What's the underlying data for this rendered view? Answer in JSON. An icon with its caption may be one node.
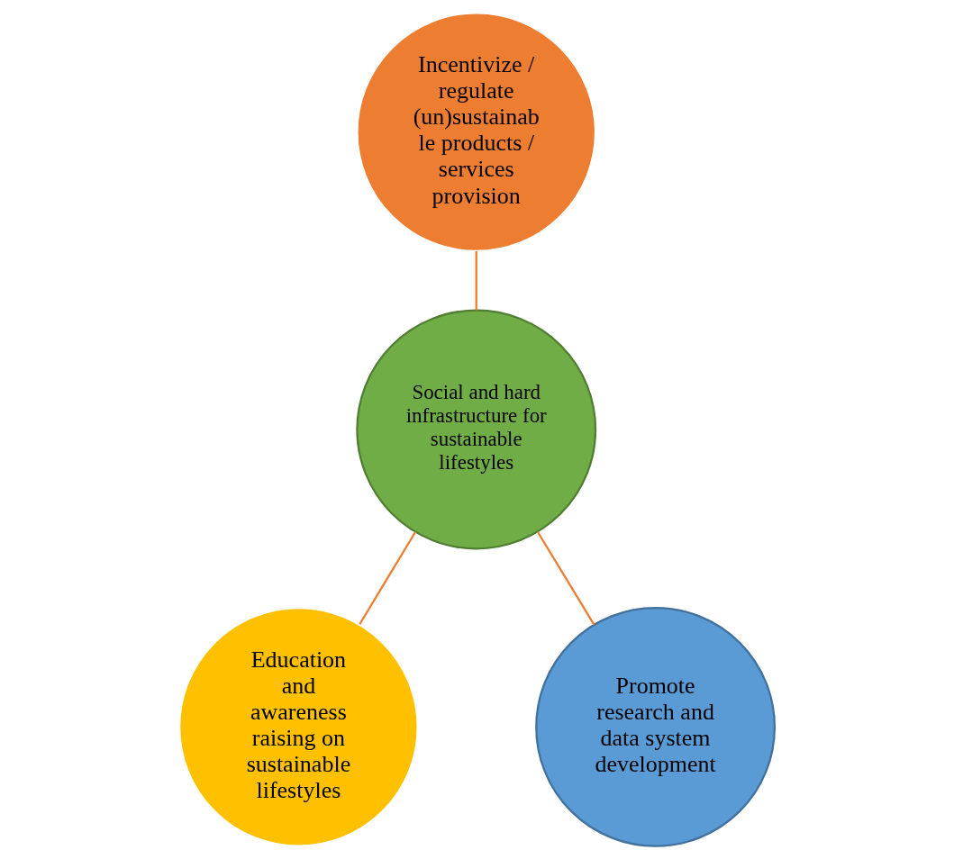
{
  "diagram": {
    "nodes": [
      {
        "text": [
          "Incentivize / regulate (un)sustainab le products / services provision"
        ]
      },
      {
        "text": [
          "Social and hard infrastructure for sustainable lifestyles"
        ]
      },
      {
        "text": [
          "Education and awareness raising on sustainable lifestyles"
        ]
      },
      {
        "text": [
          "Promote research and data system development"
        ]
      }
    ],
    "edges": [
      {
        "from": 0,
        "to": 1,
        "arrow": "none"
      },
      {
        "from": 1,
        "to": 2,
        "arrow": "none"
      },
      {
        "from": 1,
        "to": 3,
        "arrow": "none"
      }
    ]
  }
}
